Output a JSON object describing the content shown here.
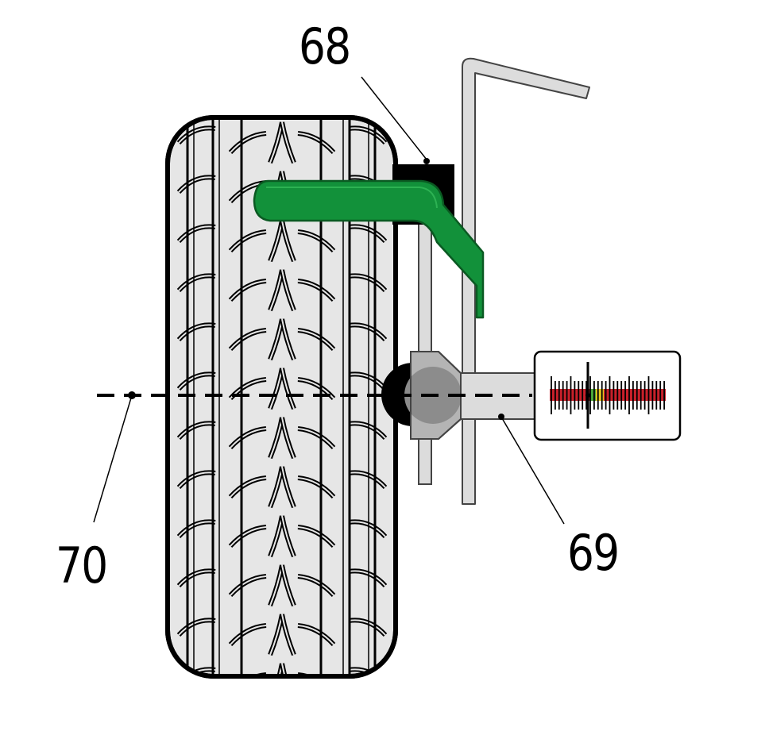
{
  "callouts": {
    "label_68": "68",
    "label_69": "69",
    "label_70": "70"
  },
  "colors": {
    "tire_fill": "#e6e6e6",
    "tire_outline": "#000000",
    "clamp_green": "#12913a",
    "gauge_red": "#c8202a",
    "gauge_green": "#4aa83a",
    "gauge_yellow": "#e8c81e",
    "rod_fill": "#dcdcdc",
    "hub_gray": "#8c8c8c"
  },
  "icons": {
    "wheel": "tire-icon",
    "clamp": "wheel-clamp-icon",
    "gauge": "alignment-scale-icon"
  }
}
